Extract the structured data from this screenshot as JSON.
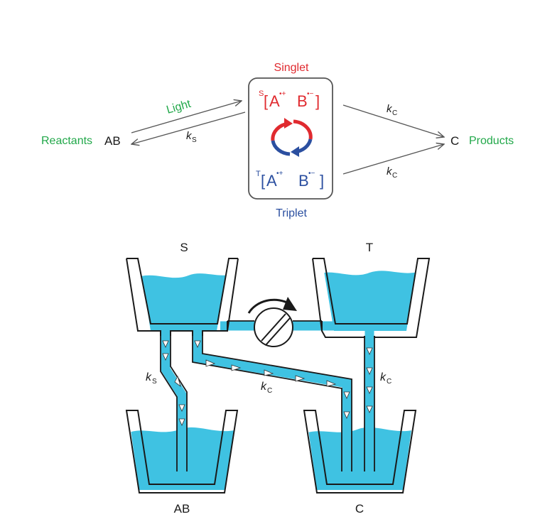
{
  "top": {
    "singlet_title": "Singlet",
    "triplet_title": "Triplet",
    "singlet_species": {
      "spin_label": "S",
      "cation": "A",
      "cation_charge": "•+",
      "anion": "B",
      "anion_charge": "•−",
      "close": "]",
      "open": "["
    },
    "triplet_species": {
      "spin_label": "T",
      "cation": "A",
      "cation_charge": "•+",
      "anion": "B",
      "anion_charge": "•−",
      "close": "]",
      "open": "["
    },
    "reactants_label": "Reactants",
    "reactant": "AB",
    "light_label": "Light",
    "ks_label": {
      "k": "k",
      "sub": "S"
    },
    "kc_top_label": {
      "k": "k",
      "sub": "C"
    },
    "kc_bottom_label": {
      "k": "k",
      "sub": "C"
    },
    "product": "C",
    "products_label": "Products"
  },
  "bottom": {
    "tank_s_label": "S",
    "tank_t_label": "T",
    "tank_ab_label": "AB",
    "tank_c_label": "C",
    "ks_label": {
      "k": "k",
      "sub": "S"
    },
    "kc_mid_label": {
      "k": "k",
      "sub": "C"
    },
    "kc_right_label": {
      "k": "k",
      "sub": "C"
    }
  },
  "colors": {
    "water": "#3fc2e2",
    "singlet_red": "#e02a2f",
    "triplet_blue": "#2b4fa0",
    "label_green": "#22a84a"
  }
}
